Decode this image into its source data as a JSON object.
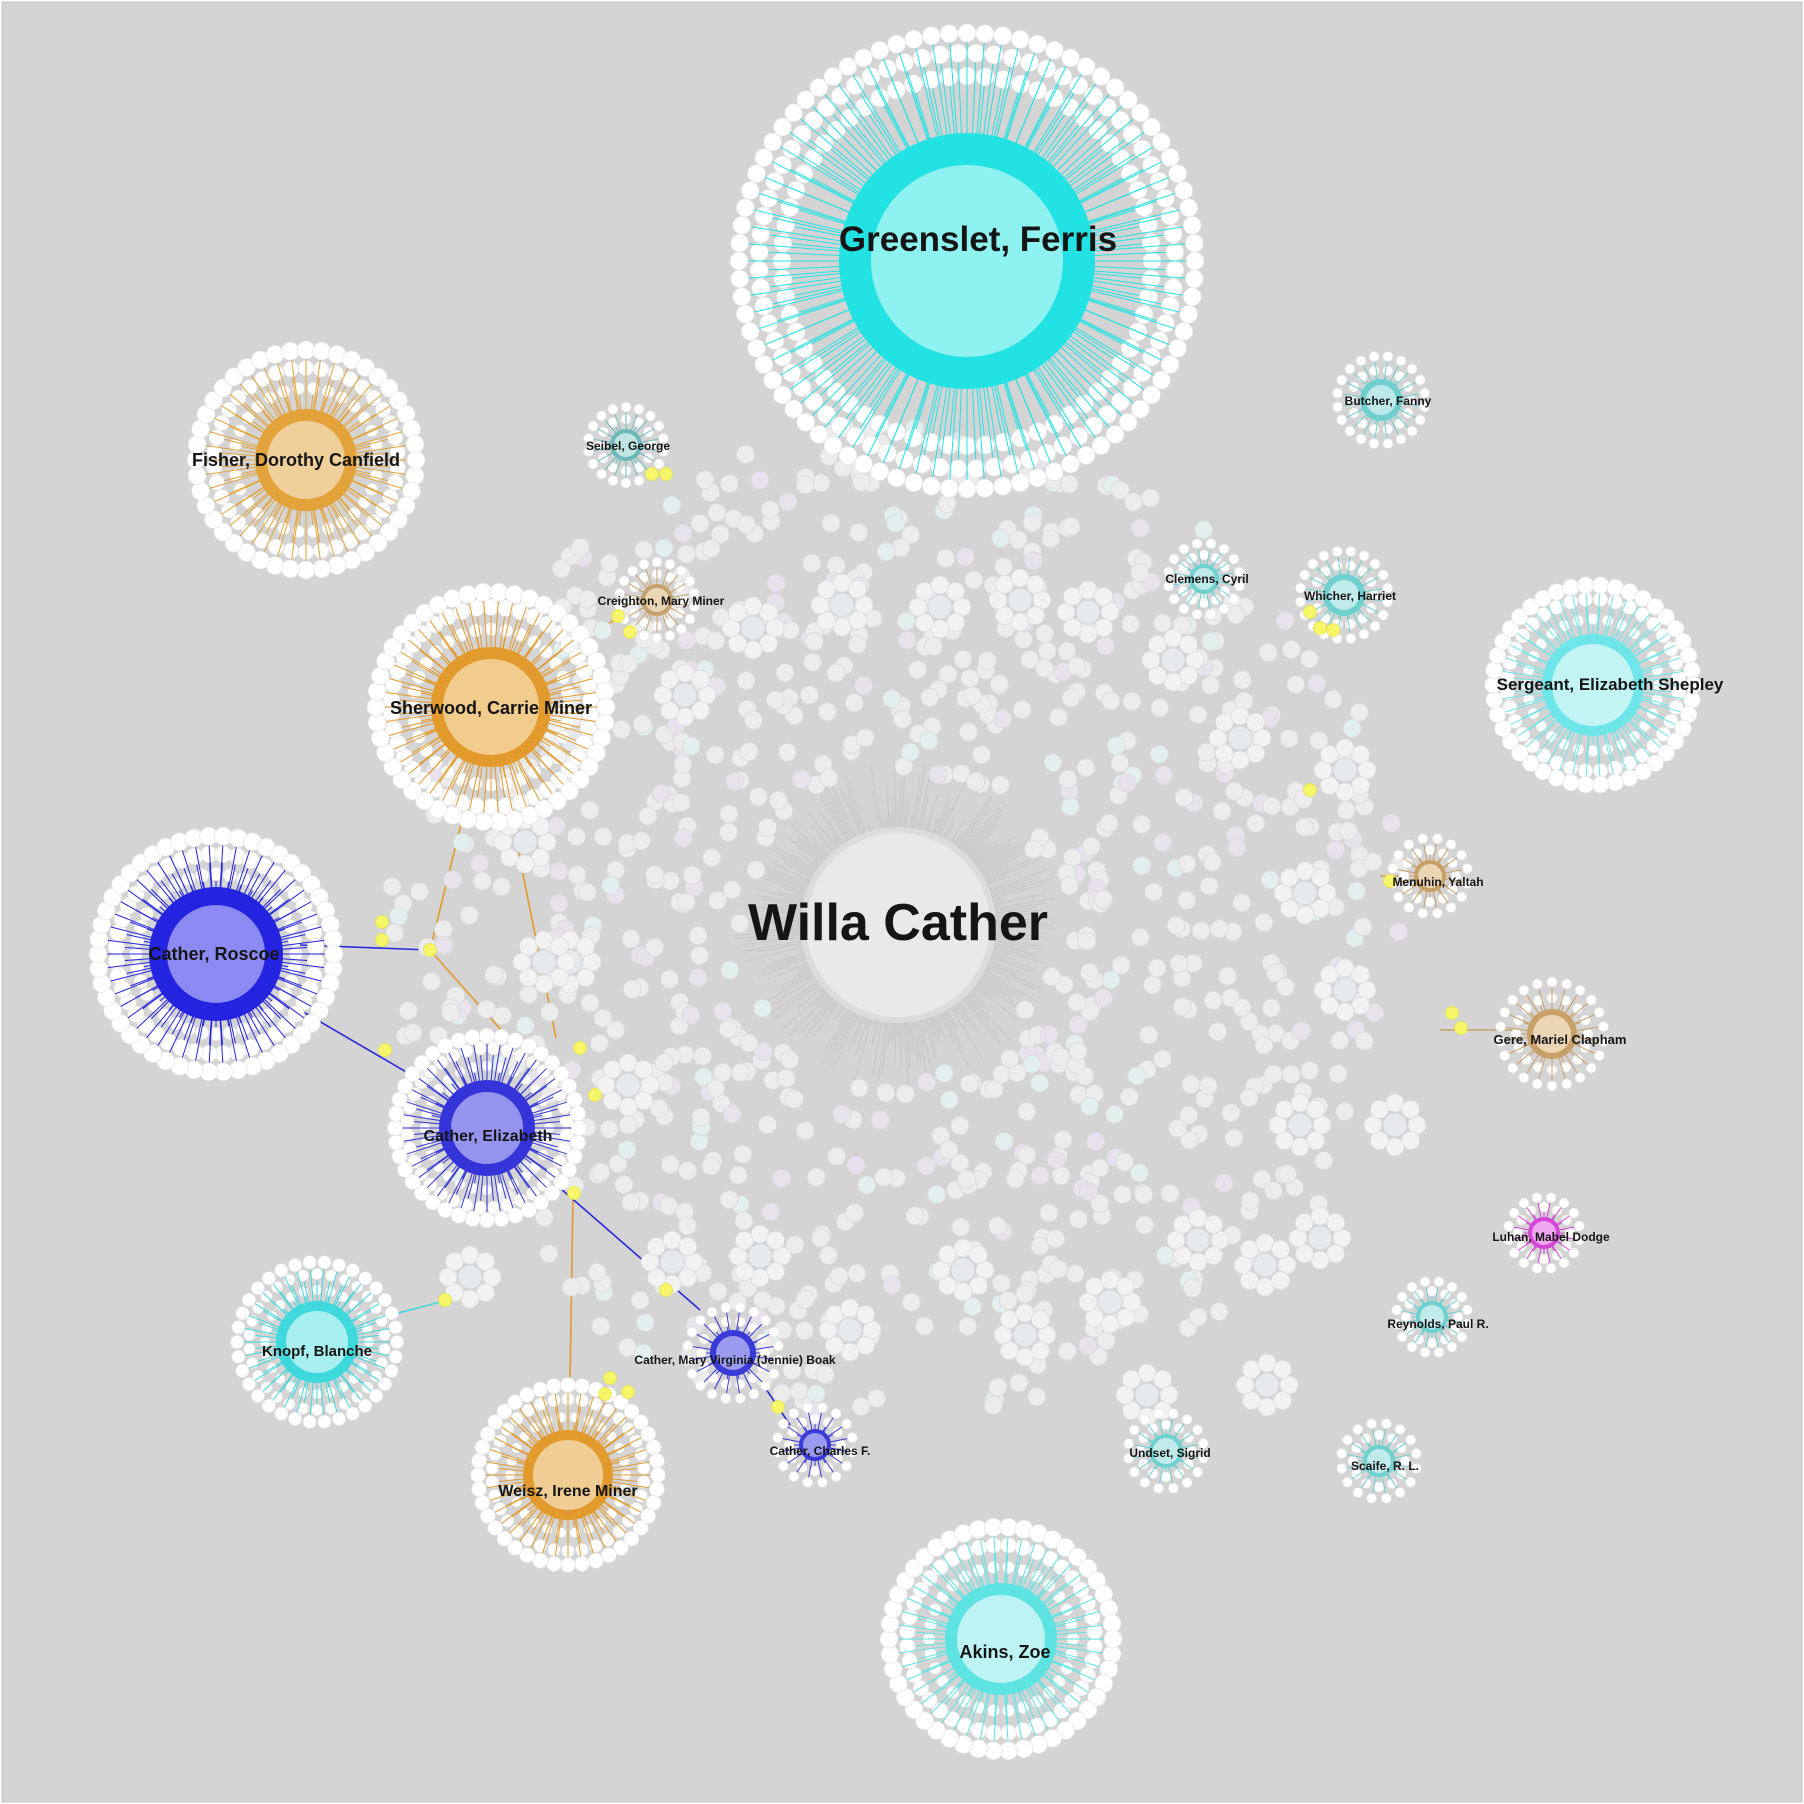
{
  "center": {
    "label": "Willa Cather"
  },
  "hubs": [
    {
      "id": "greenslet",
      "label": "Greenslet, Ferris",
      "color": "#22e2e4",
      "fill": "#8ef2f0"
    },
    {
      "id": "fisher",
      "label": "Fisher, Dorothy Canfield",
      "color": "#e4a33a",
      "fill": "#efcf9a"
    },
    {
      "id": "sherwood",
      "label": "Sherwood, Carrie Miner",
      "color": "#e39a2c",
      "fill": "#f2cc8d"
    },
    {
      "id": "roscoe",
      "label": "Cather, Roscoe",
      "color": "#2323e0",
      "fill": "#8a8af2"
    },
    {
      "id": "elizabeth",
      "label": "Cather, Elizabeth",
      "color": "#3434d8",
      "fill": "#9494ee"
    },
    {
      "id": "knopf",
      "label": "Knopf, Blanche",
      "color": "#3fd8dc",
      "fill": "#a8f0f0"
    },
    {
      "id": "weisz",
      "label": "Weisz, Irene Miner",
      "color": "#e39a2c",
      "fill": "#efcd95"
    },
    {
      "id": "akins",
      "label": "Akins, Zoe",
      "color": "#5ee3e3",
      "fill": "#bdf3f3"
    },
    {
      "id": "sergeant",
      "label": "Sergeant, Elizabeth Shepley",
      "color": "#6ee5e8",
      "fill": "#c2f4f4"
    },
    {
      "id": "seibel",
      "label": "Seibel, George",
      "color": "#6db9b9",
      "fill": "#bfe4e2"
    },
    {
      "id": "creighton",
      "label": "Creighton, Mary Miner",
      "color": "#c6a26c",
      "fill": "#ead6b4"
    },
    {
      "id": "butcher",
      "label": "Butcher, Fanny",
      "color": "#6fcfcf",
      "fill": "#bfe9e9"
    },
    {
      "id": "clemens",
      "label": "Clemens, Cyril",
      "color": "#6fd0d0",
      "fill": "#c1eaea"
    },
    {
      "id": "whicher",
      "label": "Whicher, Harriet",
      "color": "#6fd0d0",
      "fill": "#c1eaea"
    },
    {
      "id": "menuhin",
      "label": "Menuhin, Yaltah",
      "color": "#c8a067",
      "fill": "#ead6b4"
    },
    {
      "id": "gere",
      "label": "Gere, Mariel Clapham",
      "color": "#c8a067",
      "fill": "#ead6b4"
    },
    {
      "id": "luhan",
      "label": "Luhan, Mabel Dodge",
      "color": "#d447d4",
      "fill": "#f0a6f0"
    },
    {
      "id": "reynolds",
      "label": "Reynolds, Paul R.",
      "color": "#6fd0d0",
      "fill": "#c1eaea"
    },
    {
      "id": "maryvirginia",
      "label": "Cather, Mary Virginia (Jennie) Boak",
      "color": "#3a3ad8",
      "fill": "#9a9aee"
    },
    {
      "id": "charles",
      "label": "Cather, Charles F.",
      "color": "#3a3ad8",
      "fill": "#9a9aee"
    },
    {
      "id": "undset",
      "label": "Undset, Sigrid",
      "color": "#6fd0d0",
      "fill": "#c1eaea"
    },
    {
      "id": "scaife",
      "label": "Scaife, R. L.",
      "color": "#6fd0d0",
      "fill": "#c1eaea"
    }
  ]
}
